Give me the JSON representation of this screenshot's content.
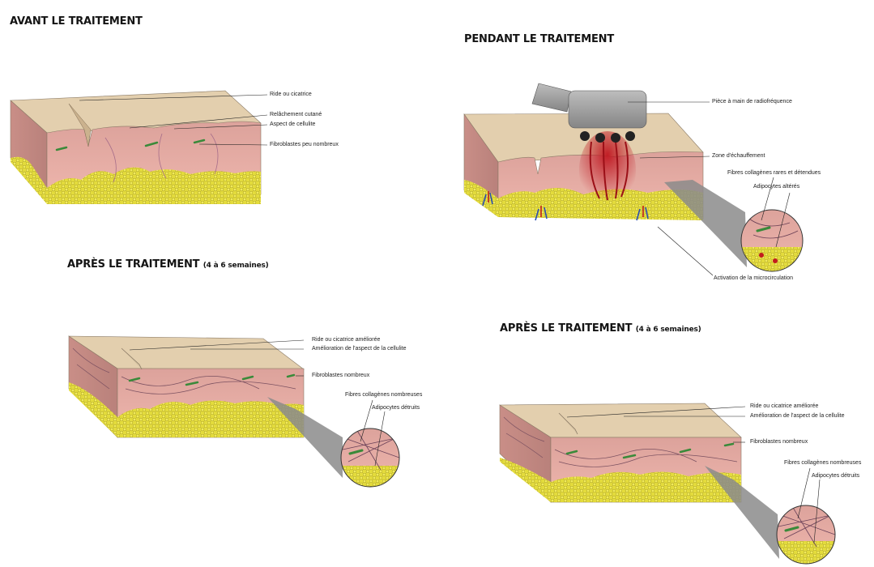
{
  "panels": {
    "before": {
      "title": "AVANT LE TRAITEMENT",
      "labels": [
        "Ride ou cicatrice",
        "Relâchement cutané",
        "Aspect de cellulite",
        "Fibroblastes peu nombreux"
      ]
    },
    "during": {
      "title": "PENDANT LE TRAITEMENT",
      "labels": [
        "Pièce à main de radiofréquence",
        "Zone d'échauffement",
        "Fibres collagènes rares et détendues",
        "Adipocytes altérés",
        "Activation de la microcirculation"
      ]
    },
    "after1": {
      "title": "APRÈS LE TRAITEMENT",
      "subtitle": "(4 à 6 semaines)",
      "labels": [
        "Ride ou cicatrice améliorée",
        "Amélioration de l'aspect de la cellulite",
        "Fibroblastes nombreux",
        "Fibres collagènes nombreuses",
        "Adipocytes détruits"
      ]
    },
    "after2": {
      "title": "APRÈS LE TRAITEMENT",
      "subtitle": "(4 à 6 semaines)",
      "labels": [
        "Ride ou cicatrice améliorée",
        "Amélioration de l'aspect de la cellulite",
        "Fibroblastes nombreux",
        "Fibres collagènes nombreuses",
        "Adipocytes détruits"
      ]
    }
  },
  "colors": {
    "skin_top": "#e3cfae",
    "dermis": "#e7a9a2",
    "fat": "#e4dc3c",
    "probe": "#9c9c9c",
    "heat": "#b4141e"
  }
}
